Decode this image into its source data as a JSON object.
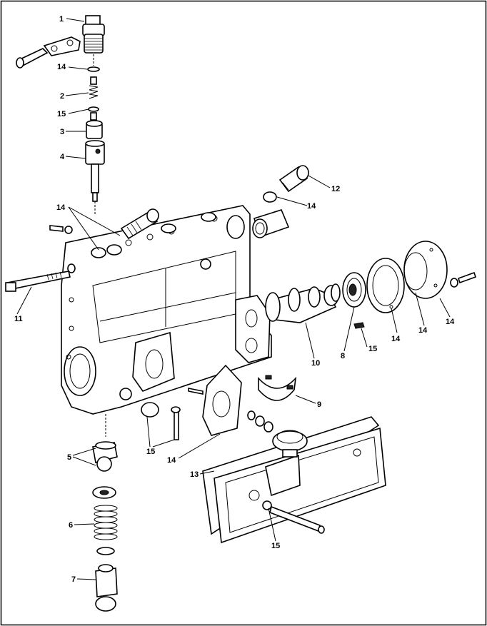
{
  "diagram": {
    "type": "exploded-view",
    "labels": [
      {
        "id": "l1",
        "text": "1"
      },
      {
        "id": "l14a",
        "text": "14"
      },
      {
        "id": "l2",
        "text": "2"
      },
      {
        "id": "l15a",
        "text": "15"
      },
      {
        "id": "l3",
        "text": "3"
      },
      {
        "id": "l4",
        "text": "4"
      },
      {
        "id": "l12",
        "text": "12"
      },
      {
        "id": "l14b",
        "text": "14"
      },
      {
        "id": "l14c",
        "text": "14"
      },
      {
        "id": "l11",
        "text": "11"
      },
      {
        "id": "l8",
        "text": "8"
      },
      {
        "id": "l15b",
        "text": "15"
      },
      {
        "id": "l10",
        "text": "10"
      },
      {
        "id": "l14d",
        "text": "14"
      },
      {
        "id": "l14e",
        "text": "14"
      },
      {
        "id": "l14f",
        "text": "14"
      },
      {
        "id": "l9",
        "text": "9"
      },
      {
        "id": "l15c",
        "text": "15"
      },
      {
        "id": "l14g",
        "text": "14"
      },
      {
        "id": "l5",
        "text": "5"
      },
      {
        "id": "l13",
        "text": "13"
      },
      {
        "id": "l6",
        "text": "6"
      },
      {
        "id": "l15d",
        "text": "15"
      },
      {
        "id": "l7",
        "text": "7"
      }
    ]
  }
}
